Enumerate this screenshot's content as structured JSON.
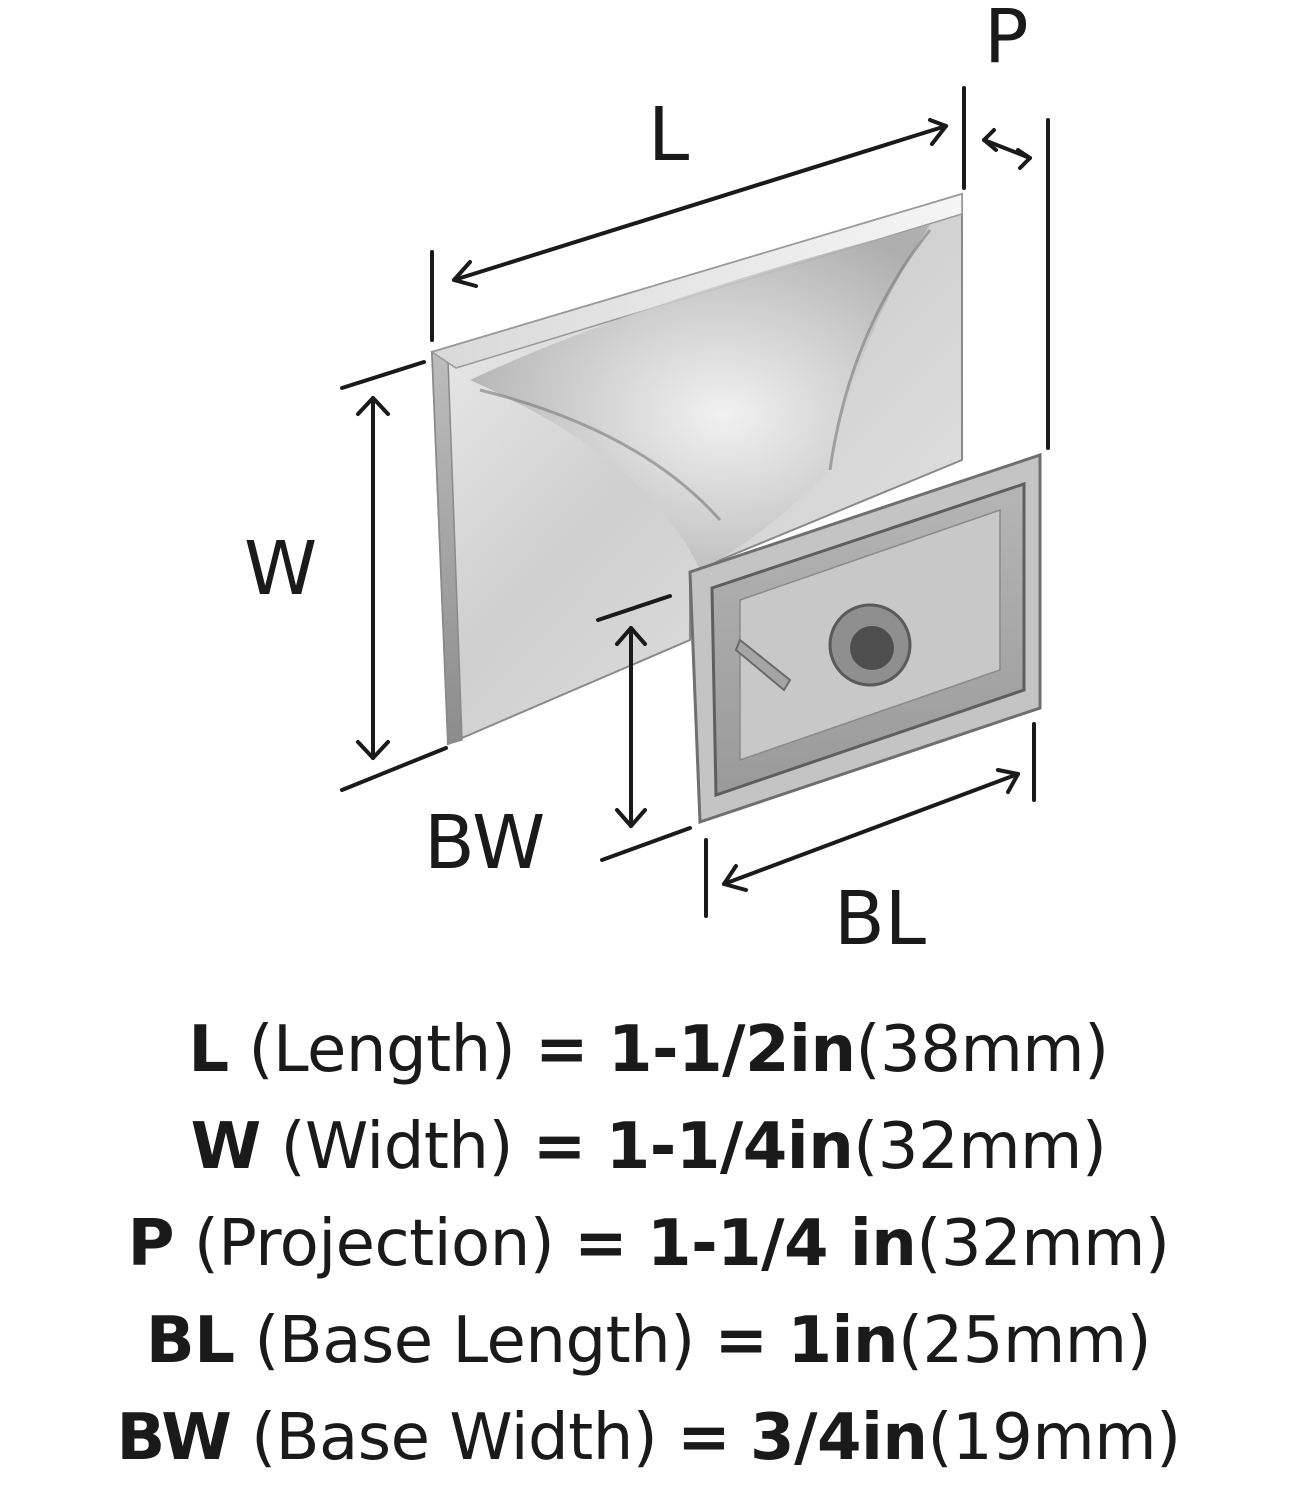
{
  "diagram": {
    "labels": {
      "L": "L",
      "W": "W",
      "P": "P",
      "BL": "BL",
      "BW": "BW"
    },
    "colors": {
      "ink": "#1a1a1a",
      "metal_light": "#e6e6e6",
      "metal_mid": "#bdbdbd",
      "metal_dark": "#6f6f6f",
      "background": "#ffffff"
    }
  },
  "specs": [
    {
      "code": "L",
      "name": "(Length)",
      "eq": "=",
      "imperial": "1-1/2in",
      "metric": "(38mm)"
    },
    {
      "code": "W",
      "name": "(Width)",
      "eq": "=",
      "imperial": "1-1/4in",
      "metric": "(32mm)"
    },
    {
      "code": "P",
      "name": "(Projection)",
      "eq": "=",
      "imperial": "1-1/4 in",
      "metric": "(32mm)"
    },
    {
      "code": "BL",
      "name": "(Base Length)",
      "eq": "=",
      "imperial": "1in",
      "metric": "(25mm)"
    },
    {
      "code": "BW",
      "name": "(Base Width)",
      "eq": "=",
      "imperial": "3/4in",
      "metric": "(19mm)"
    }
  ]
}
